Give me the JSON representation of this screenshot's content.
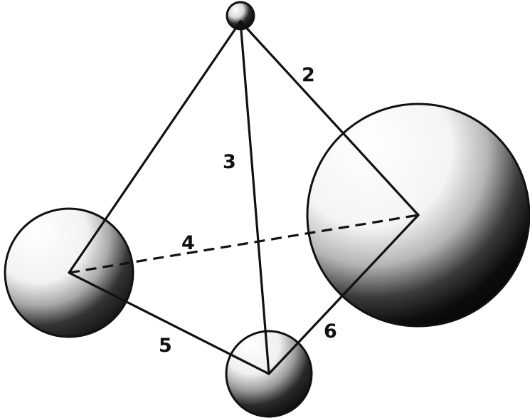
{
  "figure": {
    "ink_color": "#111111",
    "paper_color": "#ffffff",
    "edge_labels": {
      "edge_2": "2",
      "edge_3": "3",
      "edge_4": "4",
      "edge_5": "5",
      "edge_6": "6"
    },
    "edge_styles": {
      "edge_1": "solid",
      "edge_2": "solid",
      "edge_3": "solid",
      "edge_4": "dashed",
      "edge_5": "solid",
      "edge_6": "solid"
    }
  }
}
